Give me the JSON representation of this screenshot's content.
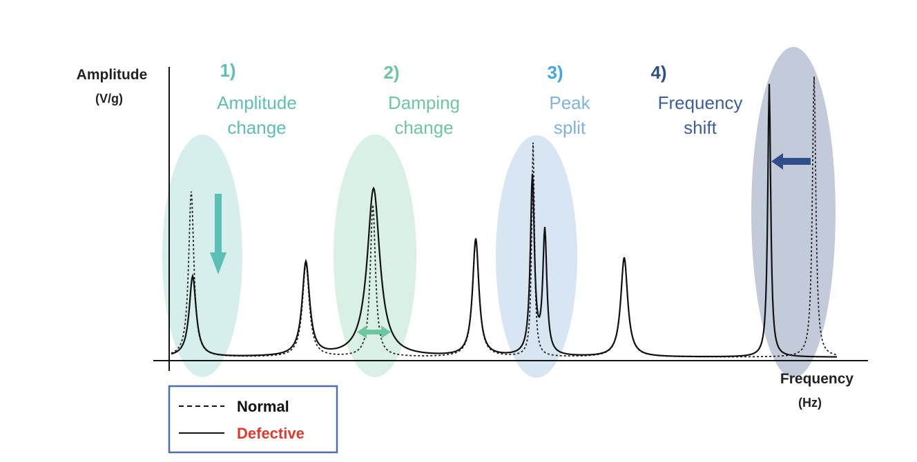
{
  "axes": {
    "y_title": "Amplitude",
    "y_unit": "(V/g)",
    "x_title": "Frequency",
    "x_unit": "(Hz)"
  },
  "annotations": [
    {
      "number": "1)",
      "line1": "Amplitude",
      "line2": "change",
      "color": "#5bbfb5",
      "ellipse_color": "#d6efed",
      "icon": "down-arrow-icon"
    },
    {
      "number": "2)",
      "line1": "Damping",
      "line2": "change",
      "color": "#6cc7a0",
      "ellipse_color": "#d9f0e6",
      "icon": "double-arrow-icon"
    },
    {
      "number": "3)",
      "line1": "Peak",
      "line2": "split",
      "color": "#7fb3de",
      "number_color": "#41a8e0",
      "ellipse_color": "#d8e5f2",
      "icon": ""
    },
    {
      "number": "4)",
      "line1": "Frequency",
      "line2": "shift",
      "color": "#3d5f99",
      "number_color": "#2f4f8a",
      "ellipse_color": "#c3cad9",
      "icon": "left-arrow-icon"
    }
  ],
  "legend": {
    "normal_label": "Normal",
    "defective_label": "Defective",
    "normal_color": "#111111",
    "defective_color": "#e03a2e",
    "border_color": "#4a6db5"
  }
}
